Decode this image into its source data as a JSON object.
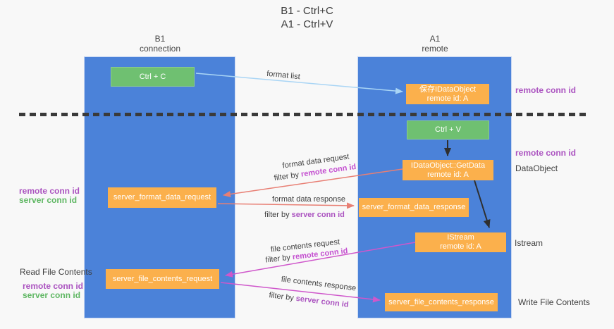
{
  "title": {
    "line1": "B1 - Ctrl+C",
    "line2": "A1 - Ctrl+V"
  },
  "lanes": {
    "left": {
      "name": "B1",
      "subtitle": "connection"
    },
    "right": {
      "name": "A1",
      "subtitle": "remote"
    }
  },
  "boxes": {
    "ctrl_c": {
      "label": "Ctrl + C"
    },
    "ctrl_v": {
      "label": "Ctrl + V"
    },
    "save_idataobject": {
      "line1": "保存IDataObject",
      "line2": "remote id: A"
    },
    "idataobject_getdata": {
      "line1": "IDataObject::GetData",
      "line2": "remote id: A"
    },
    "istream": {
      "line1": "IStream",
      "line2": "remote id: A"
    },
    "server_format_data_request": {
      "label": "server_format_data_request"
    },
    "server_format_data_response": {
      "label": "server_format_data_response"
    },
    "server_file_contents_request": {
      "label": "server_file_contents_request"
    },
    "server_file_contents_response": {
      "label": "server_file_contents_response"
    }
  },
  "edge_labels": {
    "format_list": "format list",
    "format_data_request": "format data request",
    "format_data_response": "format data response",
    "file_contents_request": "file contents request",
    "file_contents_response": "file contents response",
    "filter_by": "filter by ",
    "remote_conn_id": "remote conn id",
    "server_conn_id": "server conn id"
  },
  "side_labels": {
    "left_remote_conn_id_1": "remote conn id",
    "left_server_conn_id_1": "server conn id",
    "read_file_contents": "Read File Contents",
    "left_remote_conn_id_2": "remote conn id",
    "left_server_conn_id_2": "server conn id",
    "right_remote_conn_id_1": "remote conn id",
    "right_remote_conn_id_2": "remote conn id",
    "dataobject": "DataObject",
    "istream": "Istream",
    "write_file_contents": "Write File Contents"
  },
  "colors": {
    "lane_blue": "#4b82d9",
    "box_green": "#6fc071",
    "box_orange": "#fbb04c",
    "arrow_light_blue": "#a9d5f5",
    "arrow_red": "#e87f74",
    "arrow_magenta": "#cf57cb",
    "arrow_black": "#2f2f2f",
    "label_purple": "#ab53c0",
    "label_green": "#5fb763",
    "text_dark": "#3f3f3f",
    "background": "#f8f8f8"
  }
}
